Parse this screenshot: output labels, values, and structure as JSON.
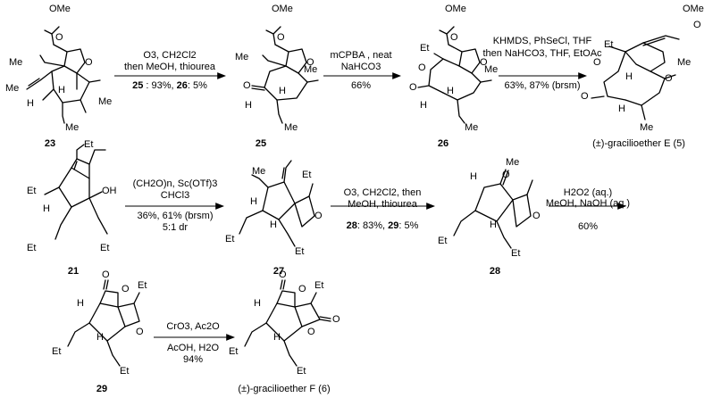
{
  "atoms": {
    "ome": "OMe",
    "o": "O",
    "oh": "OH",
    "h": "H",
    "me": "Me",
    "et": "Et"
  },
  "compounds": {
    "c23": "23",
    "c25": "25",
    "c26": "26",
    "c5": "(±)-gracilioether E (5)",
    "c21": "21",
    "c27": "27",
    "c28": "28",
    "c29": "29",
    "c6": "(±)-gracilioether F (6)"
  },
  "steps": {
    "s1": {
      "line1": "O3, CH2Cl2",
      "line2": "then MeOH, thiourea",
      "line3_a": "25",
      "line3_b": " : 93%, ",
      "line3_c": "26",
      "line3_d": ": 5%"
    },
    "s2": {
      "line1": "mCPBA , neat",
      "line2": "NaHCO3",
      "line3": "66%"
    },
    "s3": {
      "line1": "KHMDS, PhSeCl, THF",
      "line2": "then NaHCO3, THF, EtOAc",
      "line3": "63%, 87% (brsm)"
    },
    "s4": {
      "line1": "(CH2O)n, Sc(OTf)3",
      "line2": "CHCl3",
      "line3": "36%, 61% (brsm)",
      "line4": "5:1 dr"
    },
    "s5": {
      "line1": "O3, CH2Cl2, then",
      "line2": "MeOH, thiourea",
      "line3_a": "28",
      "line3_b": ": 83%, ",
      "line3_c": "29",
      "line3_d": ": 5%"
    },
    "s6": {
      "line1": "H2O2 (aq.)",
      "line2": "MeOH, NaOH (aq.)",
      "line3": "60%"
    },
    "s7": {
      "line1": "CrO3, Ac2O",
      "line2": "AcOH, H2O",
      "line3": "94%"
    }
  }
}
